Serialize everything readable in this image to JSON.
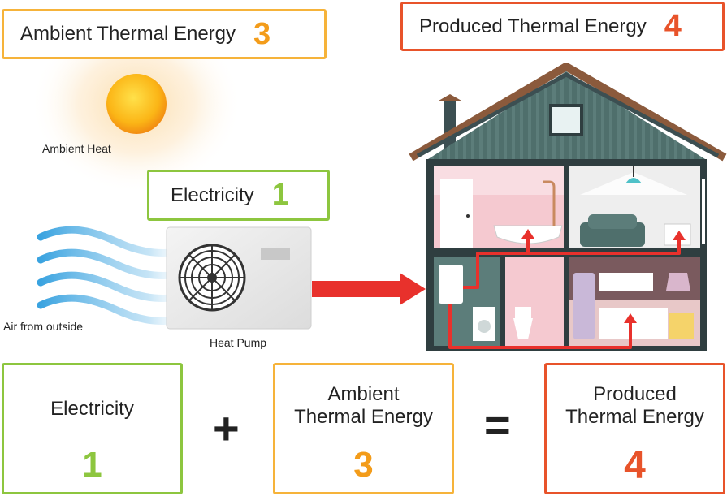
{
  "top_labels": {
    "ambient": {
      "text": "Ambient Thermal Energy",
      "number": "3"
    },
    "produced": {
      "text": "Produced Thermal Energy",
      "number": "4"
    },
    "electricity": {
      "text": "Electricity",
      "number": "1"
    }
  },
  "captions": {
    "ambient_heat": "Ambient Heat",
    "air_from_outside": "Air from outside",
    "heat_pump": "Heat Pump"
  },
  "equation": {
    "left": {
      "title": "Electricity",
      "number": "1"
    },
    "plus": "+",
    "middle": {
      "title_line1": "Ambient",
      "title_line2": "Thermal Energy",
      "number": "3"
    },
    "equals": "=",
    "right": {
      "title_line1": "Produced",
      "title_line2": "Thermal Energy",
      "number": "4"
    }
  },
  "colors": {
    "green": "#8dc63f",
    "yellow": "#f6b33a",
    "orange_number": "#f39c1a",
    "red": "#e8532a",
    "arrow_red": "#e8312c"
  }
}
